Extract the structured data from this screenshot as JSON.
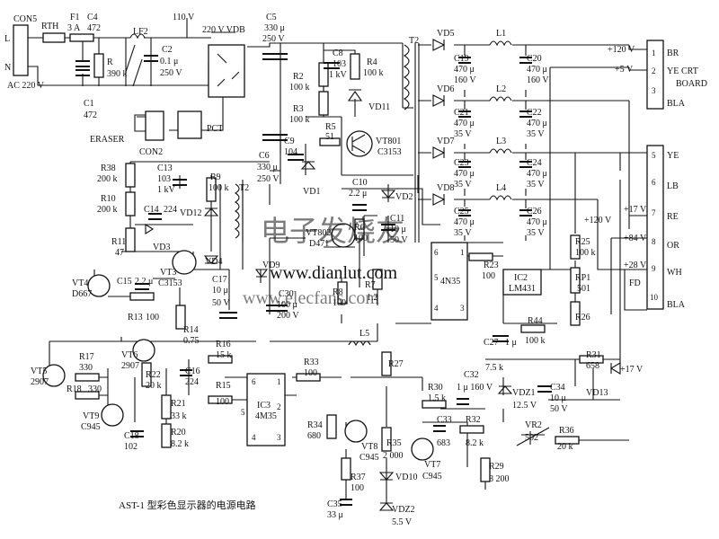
{
  "caption": "AST-1 型彩色显示器的电源电路",
  "watermark": {
    "cn": "电子发烧友",
    "url1": "www.dianlut.com",
    "url2": "www.elecfans.com"
  },
  "power_in": {
    "connector": "CON5",
    "ac": "AC 220 V",
    "pin_l": "L",
    "pin_n": "N",
    "rth": "RTH",
    "fuse": "F1",
    "fuse_val": "3 A",
    "c4": "C4",
    "c4v": "472",
    "c1": "C1",
    "c1v": "472",
    "lf2": "LF2",
    "r": "R",
    "rv": "390 k",
    "c2": "C2",
    "c2v": "0.1 μ",
    "c2v2": "250 V",
    "v110": "110 V",
    "v220vdb": "220 V VDB",
    "eraser": "ERASER",
    "con2": "CON2",
    "pct": "PCT"
  },
  "primary": {
    "c5": "C5",
    "c5v": "330 μ",
    "c5v2": "250 V",
    "c6": "C6",
    "c6v": "330 μ",
    "c6v2": "250 V",
    "c8": "C8",
    "c8v": "103",
    "c8v2": "1 kV",
    "r4": "R4",
    "r4v": "100 k",
    "vd11": "VD11",
    "r2": "R2",
    "r2v": "100 k",
    "r3": "R3",
    "r3v": "100 k",
    "r5": "R5",
    "r5v": "51",
    "c9": "C9",
    "c9v": "104",
    "vd1": "VD1",
    "vt801": "VT801",
    "vt801t": "C3153",
    "t2": "T2",
    "r38": "R38",
    "r38v": "200 k",
    "r10": "R10",
    "r10v": "200 k",
    "c13": "C13",
    "c13v": "103",
    "c13v2": "1 kV",
    "r9": "R9",
    "r9v": "100 k",
    "vd12": "VD12",
    "c14": "C14",
    "c14v": "224",
    "vd3": "VD3",
    "r11": "R11",
    "r11v": "47",
    "vd4": "VD4",
    "t2b": "T2",
    "vt4": "VT4",
    "vt4t": "D667",
    "c15": "C15",
    "c15v": "2.2 μ",
    "vt3": "VT3",
    "vt3t": "C3153",
    "r13": "R13",
    "r13v": "100",
    "r14": "R14",
    "r14v": "0.75",
    "c17": "C17",
    "c17v": "10 μ",
    "c17v2": "50 V",
    "vd9": "VD9"
  },
  "control": {
    "c10": "C10",
    "c10v": "2.2 μ",
    "vd2": "VD2",
    "vt802": "VT802",
    "vt802t": "D471",
    "r6": "R6",
    "r6v": "100",
    "c11": "C11",
    "c11v": "10 μ",
    "c11v2": "50 V",
    "r7": "R7",
    "r7v": "1.2",
    "r8": "R8",
    "r8v": "100",
    "c30": "C30",
    "c30v": "100 μ",
    "c30v2": "200 V",
    "ic_4n35": "4N35",
    "ic2": "IC2",
    "ic2t": "LM431",
    "r23": "R23",
    "r23v": "100",
    "rp1": "RP1",
    "rp1v": "501",
    "r25": "R25",
    "r25v": "100 k",
    "r26": "R26",
    "r44": "R44",
    "r44v": "100 k",
    "c27": "C27",
    "c27v": "1 μ",
    "l5": "L5",
    "v120": "+120 V"
  },
  "secondary": {
    "vd5": "VD5",
    "vd6": "VD6",
    "vd7": "VD7",
    "vd8": "VD8",
    "l1": "L1",
    "l2": "L2",
    "l3": "L3",
    "l4": "L4",
    "c19": "C19",
    "c19v": "470 μ",
    "c19v2": "160 V",
    "c20": "C20",
    "c20v": "470 μ",
    "c20v2": "160 V",
    "c21": "C21",
    "c21v": "470 μ",
    "c21v2": "35 V",
    "c22": "C22",
    "c22v": "470 μ",
    "c22v2": "35 V",
    "c23": "C23",
    "c23v": "470 μ",
    "c23v2": "35 V",
    "c24": "C24",
    "c24v": "470 μ",
    "c24v2": "35 V",
    "c25": "C25",
    "c25v": "470 μ",
    "c25v2": "35 V",
    "c26": "C26",
    "c26v": "470 μ",
    "c26v2": "35 V"
  },
  "outputs": {
    "crt_board": [
      "CRT",
      "BOARD"
    ],
    "top": [
      {
        "volt": "+120 V",
        "pin": "1",
        "sig": "BR"
      },
      {
        "volt": "+5 V",
        "pin": "2",
        "sig": "YE"
      },
      {
        "volt": "",
        "pin": "3",
        "sig": "BLA"
      }
    ],
    "side": [
      {
        "volt": "",
        "pin": "5",
        "sig": "YE"
      },
      {
        "volt": "",
        "pin": "6",
        "sig": "LB"
      },
      {
        "volt": "+17 V",
        "pin": "7",
        "sig": "RE"
      },
      {
        "volt": "+84 V",
        "pin": "8",
        "sig": "OR"
      },
      {
        "volt": "+28 V",
        "pin": "9",
        "sig": "WH"
      },
      {
        "volt": "",
        "pin": "10",
        "sig": "BLA"
      }
    ],
    "fd": "FD"
  },
  "lower": {
    "vt5": "VT5",
    "vt5t": "2907",
    "r17": "R17",
    "r17v": "330",
    "r18": "R18",
    "r18v": "330",
    "vt9": "VT9",
    "vt9t": "C945",
    "vt6": "VT6",
    "vt6t": "2907",
    "r22": "R22",
    "r22v": "20 k",
    "c16": "C16",
    "c16v": "224",
    "r21": "R21",
    "r21v": "33 k",
    "c18": "C18",
    "c18v": "102",
    "r20": "R20",
    "r20v": "8.2 k",
    "r16": "R16",
    "r16v": "15 k",
    "r15": "R15",
    "r15v": "100",
    "ic3": "IC3",
    "ic3t": "4M35",
    "r33": "R33",
    "r33v": "100",
    "r27": "R27",
    "r34": "R34",
    "r34v": "680",
    "vt8": "VT8",
    "vt8t": "C945",
    "r35": "R35",
    "r35v": "2 000",
    "r37": "R37",
    "r37v": "100",
    "vd10": "VD10",
    "c35": "C35",
    "c35v": "33 μ",
    "vdz2": "VDZ2",
    "vdz2v": "5.5 V",
    "r30": "R30",
    "r30v": "1.5 k",
    "c32": "C32",
    "c32v": "1 μ 160 V",
    "c33": "C33",
    "c33v": "683",
    "r32": "R32",
    "r32v": "8.2 k",
    "vt7": "VT7",
    "vt7t": "C945",
    "r29": "R29",
    "r29v": "8 200",
    "vdz1": "VDZ1",
    "vdz1v": "12.5 V",
    "c34": "C34",
    "c34v": "10 μ",
    "c34v2": "50 V",
    "r31": "R31",
    "r31v": "658",
    "r7k5": "7.5 k",
    "vd13": "VD13",
    "v17": "+17 V",
    "vr2": "VR2",
    "vr2v": "502",
    "r36": "R36",
    "r36v": "20 k"
  }
}
